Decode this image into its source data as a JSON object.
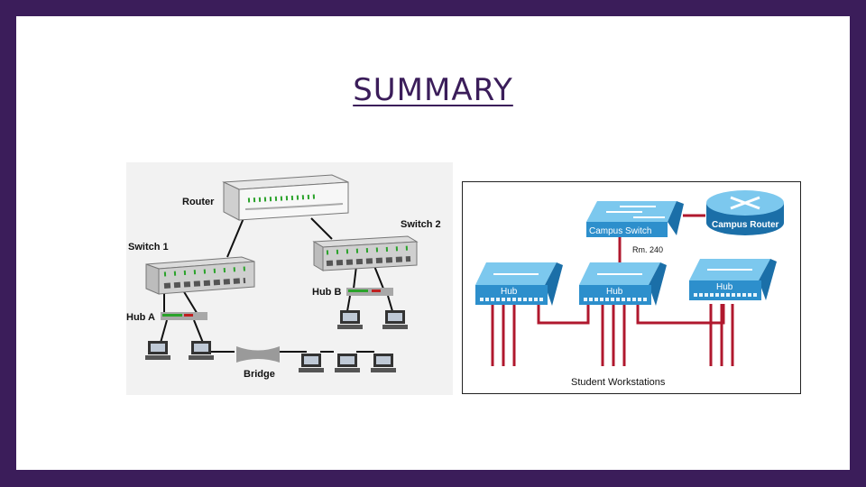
{
  "slide": {
    "title": "SUMMARY",
    "border_color": "#3b1d5a",
    "background_color": "#ffffff"
  },
  "left_diagram": {
    "router_label": "Router",
    "switch1_label": "Switch 1",
    "switch2_label": "Switch 2",
    "hub_a_label": "Hub A",
    "hub_b_label": "Hub B",
    "bridge_label": "Bridge",
    "icons": [
      "router-icon",
      "switch-icon",
      "hub-icon",
      "bridge-icon",
      "computer-icon"
    ]
  },
  "right_diagram": {
    "campus_switch_label": "Campus Switch",
    "campus_router_label": "Campus Router",
    "room_label": "Rm. 240",
    "hub_label": "Hub",
    "workstations_label": "Student Workstations",
    "device_color": "#3fa4d8",
    "cable_color": "#b0182e"
  }
}
